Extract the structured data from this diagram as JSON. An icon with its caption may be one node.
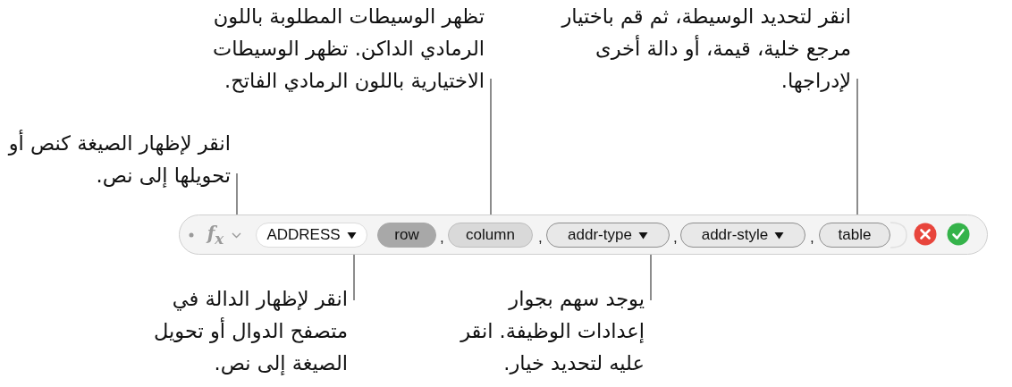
{
  "diagram": {
    "nodes": [
      {
        "text": [
          "تظهر الوسيطات المطلوبة باللون الرمادي الداكن. تظهر الوسيطات الاختيارية باللون الرمادي الفاتح."
        ]
      },
      {
        "text": [
          "انقر لتحديد الوسيطة، ثم قم باختيار مرجع خلية، قيمة، أو دالة أخرى لإدراجها."
        ]
      },
      {
        "text": [
          "انقر لإظهار الصيغة كنص أو تحويلها إلى نص."
        ]
      },
      {
        "text": [],
        "shape": "box"
      },
      {
        "text": [
          "f$_{x}$"
        ],
        "in": 3
      },
      {
        "text": [
          "ADDRESS"
        ],
        "in": 3
      },
      {
        "text": [
          "row"
        ],
        "in": 3
      },
      {
        "text": [
          "column"
        ],
        "in": 3
      },
      {
        "text": [
          "addr-type"
        ],
        "in": 3
      },
      {
        "text": [
          "addr-style"
        ],
        "in": 3
      },
      {
        "text": [
          "table"
        ],
        "in": 3
      },
      {
        "text": [
          "انقر لإظهار الدالة في متصفح الدوال أو تحويل الصيغة إلى نص."
        ]
      },
      {
        "text": [
          "يوجد سهم بجوار إعدادات الوظيفة. انقر عليه لتحديد خيار."
        ]
      }
    ],
    "edges": [
      {
        "from": 0,
        "to": 7,
        "arrow": "none"
      },
      {
        "from": 1,
        "to": 10,
        "arrow": "none"
      },
      {
        "from": 2,
        "to": 4,
        "arrow": "none"
      },
      {
        "from": 11,
        "to": 5,
        "arrow": "none"
      },
      {
        "from": 12,
        "to": 8,
        "arrow": "none"
      }
    ],
    "labels": [
      ",",
      ",",
      ",",
      ","
    ]
  }
}
